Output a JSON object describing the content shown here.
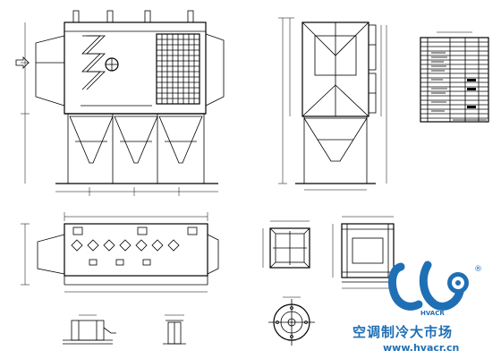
{
  "watermark": {
    "brand": "HVACR",
    "slogan": "空调制冷大市场",
    "url": "www.hvacr.cn",
    "registered": "®",
    "color": "#1f6fb5"
  },
  "drawing": {
    "line_color": "#000000",
    "background": "#ffffff"
  }
}
